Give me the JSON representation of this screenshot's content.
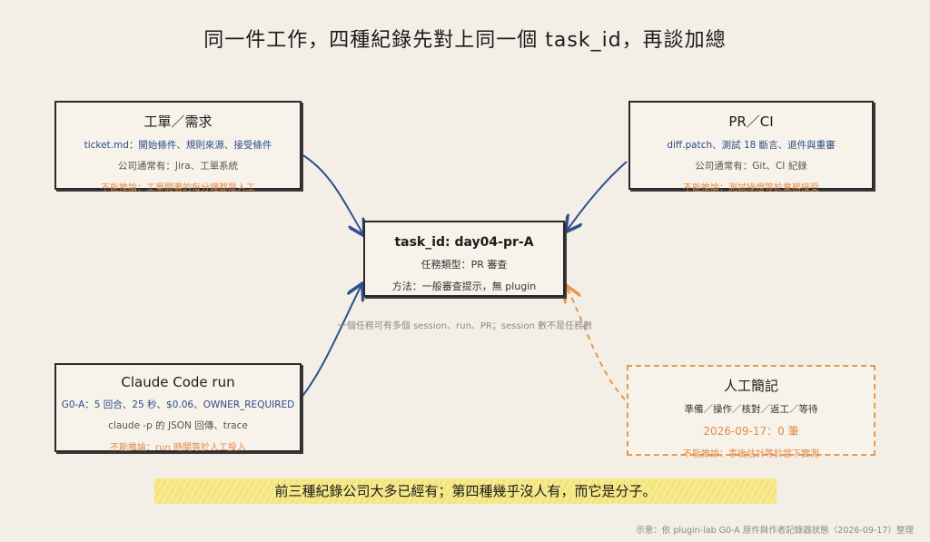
{
  "title": "同一件工作，四種紀錄先對上同一個 task_id，再談加總",
  "ticket": {
    "heading": "工單／需求",
    "line1": "ticket.md：開始條件、規則來源、接受條件",
    "line2": "公司通常有：Jira、工單系統",
    "line3": "不能推論：工單開著的每分鐘都是人工"
  },
  "pr": {
    "heading": "PR／CI",
    "line1": "diff.patch、測試 18 斷言、退件與重審",
    "line2": "公司通常有：Git、CI 紀錄",
    "line3": "不能推論：測試綠燈等於業務接受"
  },
  "center": {
    "heading": "task_id: day04-pr-A",
    "line1": "任務類型：PR 審查",
    "line2": "方法：一般審查提示，無 plugin"
  },
  "note": "一個任務可有多個 session、run、PR；session 數不是任務數",
  "claude": {
    "heading": "Claude Code run",
    "line1": "G0-A：5 回合、25 秒、$0.06、OWNER_REQUIRED",
    "line2": "claude -p 的 JSON 回傳、trace",
    "line3": "不能推論：run 時間等於人工投入"
  },
  "manual": {
    "heading": "人工簡記",
    "line1": "準備／操作／核對／返工／等待",
    "line2": "2026-09-17：0 筆",
    "line3": "不能推論：事後估計等於當下實測"
  },
  "banner": "前三種紀錄公司大多已經有；第四種幾乎沒人有，而它是分子。",
  "footer": "示意：依 plugin-lab G0-A 原件與作者記錄器狀態（2026-09-17）整理",
  "colors": {
    "arrow_blue": "#2f4f8f",
    "arrow_orange": "#e59a4e",
    "banner_yellow": "#f3e47a"
  }
}
